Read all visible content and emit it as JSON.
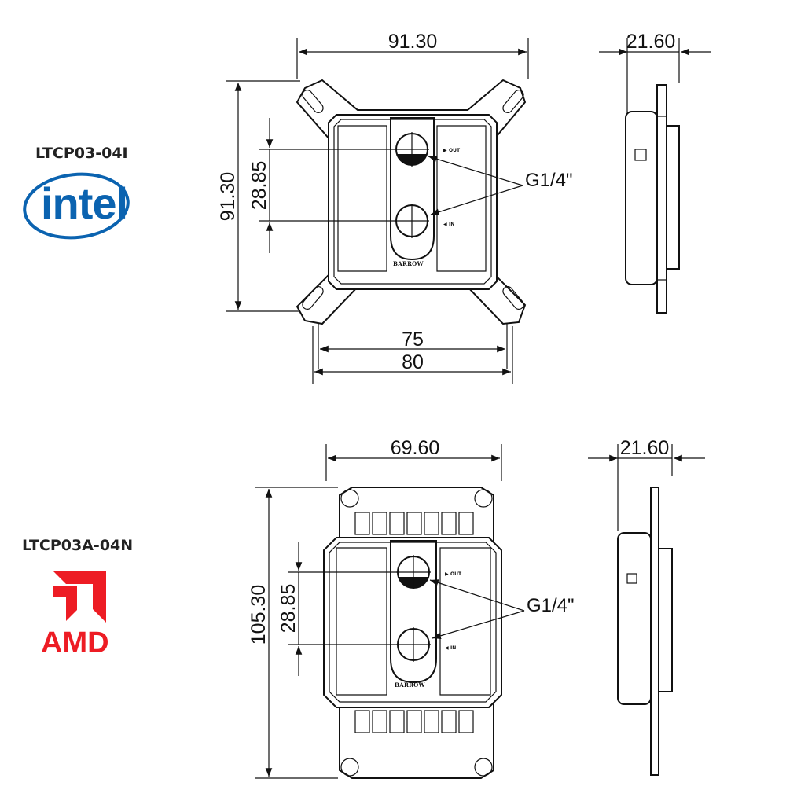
{
  "intel_block": {
    "model": "LTCP03-04I",
    "logo_text": "intel",
    "width_dim": "91.30",
    "height_dim": "91.30",
    "port_spacing_dim": "28.85",
    "mount_inner_dim": "75",
    "mount_outer_dim": "80",
    "side_depth_dim": "21.60",
    "thread_label": "G1/4\"",
    "out_label": "OUT",
    "in_label": "IN",
    "brand_label": "BARROW"
  },
  "amd_block": {
    "model": "LTCP03A-04N",
    "logo_text": "AMD",
    "width_dim": "69.60",
    "height_dim": "105.30",
    "port_spacing_dim": "28.85",
    "side_depth_dim": "21.60",
    "thread_label": "G1/4\"",
    "out_label": "OUT",
    "in_label": "IN",
    "brand_label": "BARROW"
  },
  "colors": {
    "intel_blue": "#0b63b0",
    "amd_red": "#ed1c24",
    "line": "#111111"
  }
}
